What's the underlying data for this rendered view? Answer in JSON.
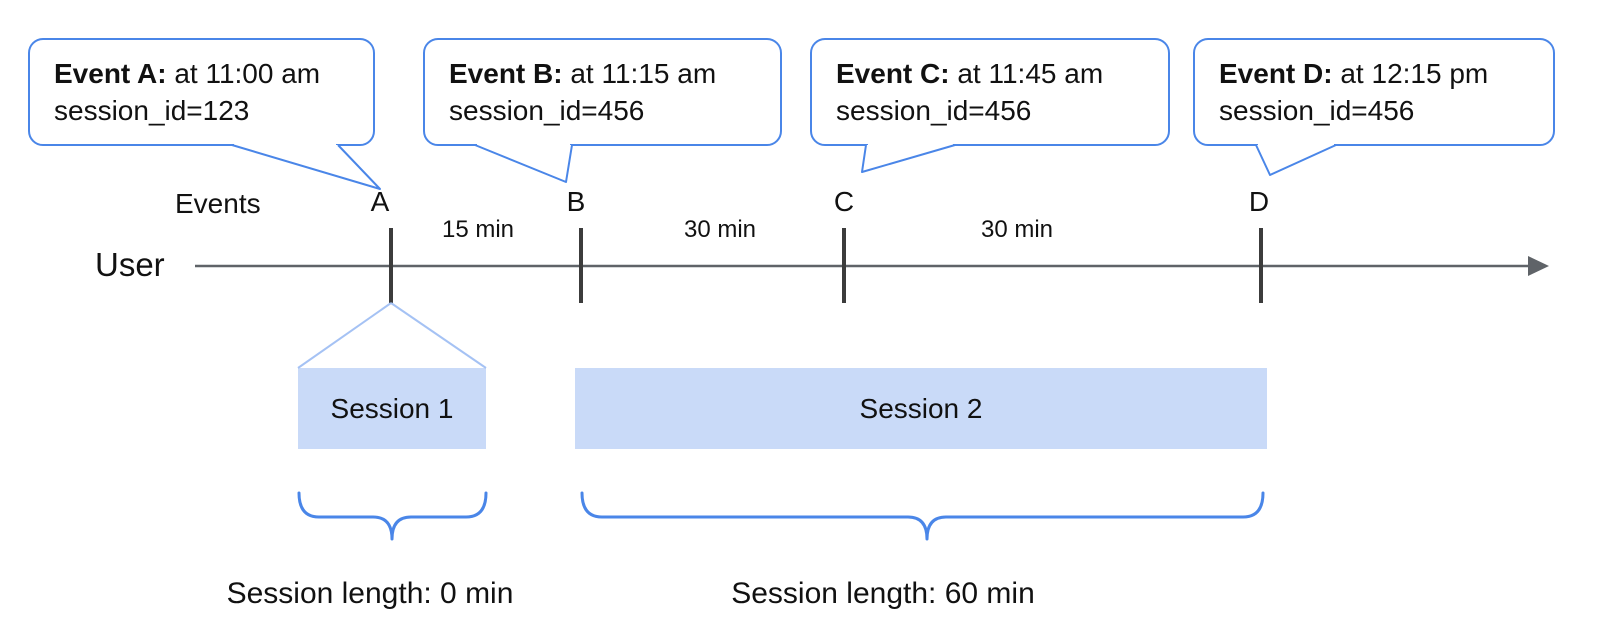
{
  "diagram": {
    "events_axis_label": "Events",
    "user_label": "User",
    "callouts": [
      {
        "id": "A",
        "title": "Event A:",
        "time_text": "at 11:00 am",
        "session_text": "session_id=123"
      },
      {
        "id": "B",
        "title": "Event B:",
        "time_text": "at 11:15 am",
        "session_text": "session_id=456"
      },
      {
        "id": "C",
        "title": "Event C:",
        "time_text": "at 11:45 am",
        "session_text": "session_id=456"
      },
      {
        "id": "D",
        "title": "Event D:",
        "time_text": "at 12:15 pm",
        "session_text": "session_id=456"
      }
    ],
    "markers": [
      "A",
      "B",
      "C",
      "D"
    ],
    "intervals": [
      "15 min",
      "30 min",
      "30 min"
    ],
    "sessions": [
      {
        "label": "Session 1",
        "length_label": "Session length: 0 min"
      },
      {
        "label": "Session 2",
        "length_label": "Session length: 60 min"
      }
    ],
    "colors": {
      "callout_border": "#4a86e8",
      "brace": "#4a86e8",
      "session_fill": "#c9daf8",
      "funnel": "#a5c2f4",
      "axis": "#5f6368",
      "tick": "#3c3c3c"
    }
  }
}
